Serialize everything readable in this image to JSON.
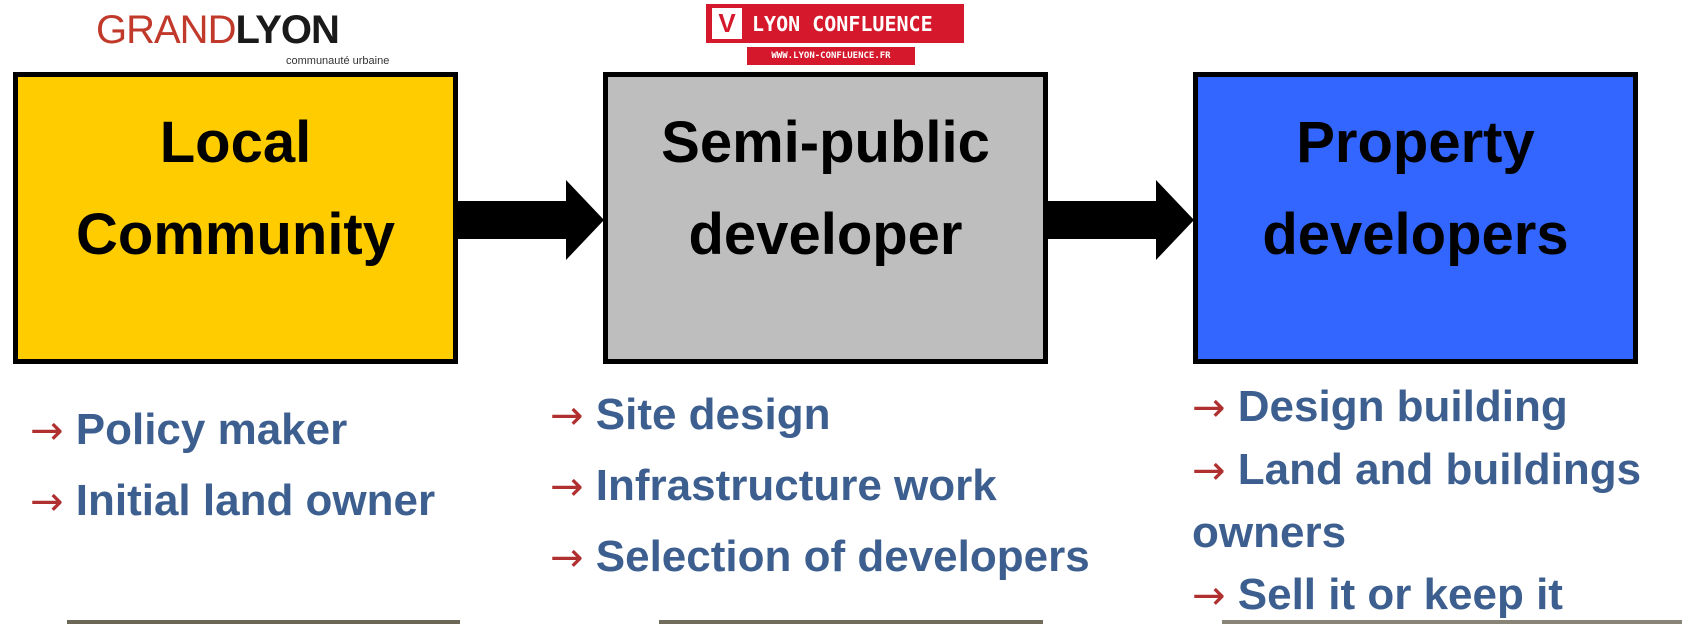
{
  "logos": {
    "grandlyon": {
      "word1": "GRAND",
      "word2": "LYON",
      "subtitle": "communauté urbaine"
    },
    "confluence": {
      "mark": "V",
      "name": "LYON CONFLUENCE",
      "url": "WWW.LYON-CONFLUENCE.FR"
    }
  },
  "boxes": [
    {
      "title_line1": "Local",
      "title_line2": "Community",
      "color": "#ffcc00"
    },
    {
      "title_line1": "Semi-public",
      "title_line2": "developer",
      "color": "#bebebe"
    },
    {
      "title_line1": "Property",
      "title_line2": "developers",
      "color": "#3366ff"
    }
  ],
  "bullet_glyph": "→",
  "bullets": {
    "local": [
      "Policy maker",
      "Initial land owner"
    ],
    "semi": [
      "Site design",
      "Infrastructure work",
      "Selection of developers"
    ],
    "property": [
      "Design building",
      "Land and buildings owners",
      "Sell it or keep it"
    ]
  },
  "colors": {
    "bullet_text": "#3d5f8f",
    "bullet_arrow": "#b03030",
    "logo_red": "#d5182b"
  }
}
